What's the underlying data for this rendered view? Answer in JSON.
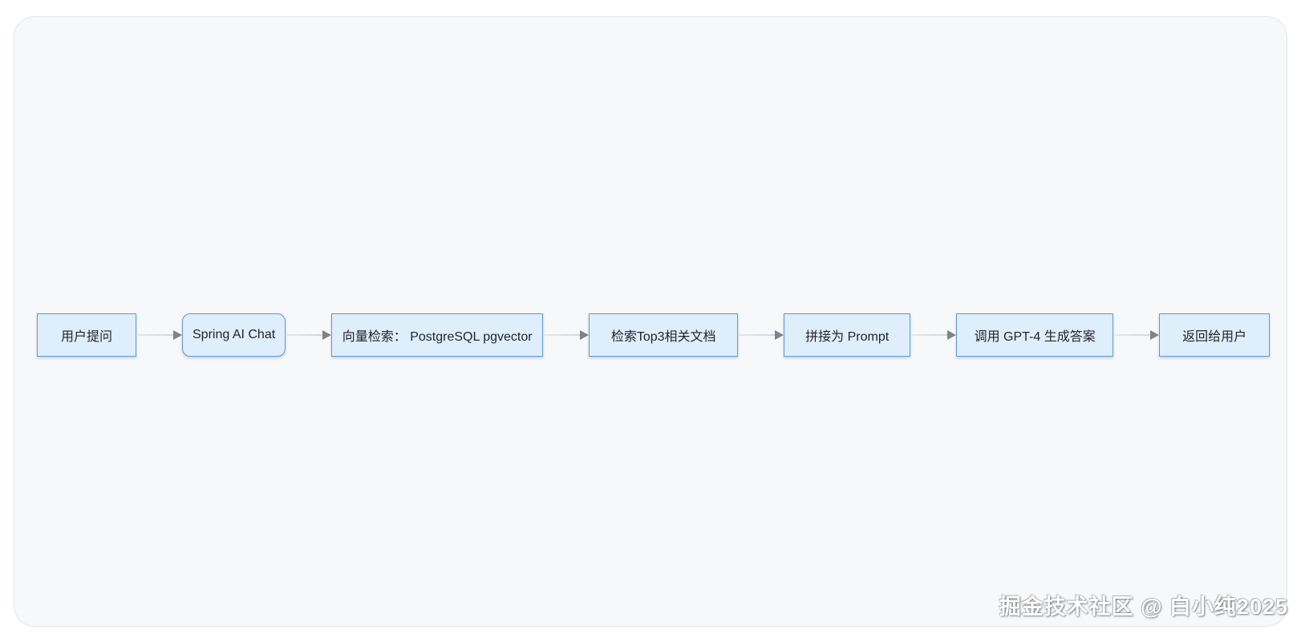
{
  "diagram": {
    "type": "flowchart",
    "direction": "LR",
    "nodes": [
      {
        "id": "n1",
        "label": "用户提问",
        "shape": "rect"
      },
      {
        "id": "n2",
        "label": "Spring AI Chat",
        "shape": "rounded"
      },
      {
        "id": "n3",
        "label": "向量检索： PostgreSQL pgvector",
        "shape": "rect"
      },
      {
        "id": "n4",
        "label": "检索Top3相关文档",
        "shape": "rect"
      },
      {
        "id": "n5",
        "label": "拼接为 Prompt",
        "shape": "rect"
      },
      {
        "id": "n6",
        "label": "调用 GPT-4 生成答案",
        "shape": "rect"
      },
      {
        "id": "n7",
        "label": "返回给用户",
        "shape": "rect"
      }
    ],
    "edges": [
      {
        "from": "n1",
        "to": "n2"
      },
      {
        "from": "n2",
        "to": "n3"
      },
      {
        "from": "n3",
        "to": "n4"
      },
      {
        "from": "n4",
        "to": "n5"
      },
      {
        "from": "n5",
        "to": "n6"
      },
      {
        "from": "n6",
        "to": "n7"
      }
    ],
    "colors": {
      "node_fill": "#dfeefb",
      "node_border": "#5e9ad5",
      "node_text": "#1f2329",
      "edge_line": "#d0d3d7",
      "edge_arrow": "#7d838c",
      "canvas_bg": "#f6f8fa"
    }
  },
  "watermark": {
    "text": "掘金技术社区 @ 白小纯2025"
  }
}
